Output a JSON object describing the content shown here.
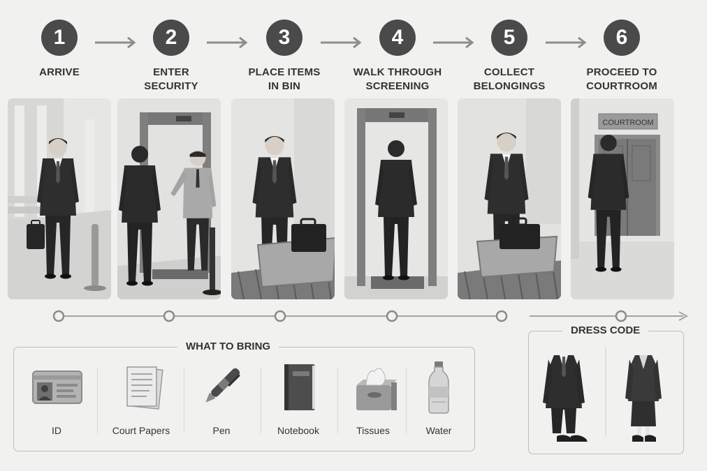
{
  "steps": [
    {
      "number": "1",
      "label": "ARRIVE"
    },
    {
      "number": "2",
      "label": "ENTER\nSECURITY"
    },
    {
      "number": "3",
      "label": "PLACE ITEMS\nIN BIN"
    },
    {
      "number": "4",
      "label": "WALK THROUGH\nSCREENING"
    },
    {
      "number": "5",
      "label": "COLLECT\nBELONGINGS"
    },
    {
      "number": "6",
      "label": "PROCEED TO\nCOURTROOM"
    }
  ],
  "courtroom_sign": "COURTROOM",
  "what_to_bring": {
    "title": "WHAT TO BRING",
    "items": [
      {
        "label": "ID",
        "icon": "id-card-icon"
      },
      {
        "label": "Court Papers",
        "icon": "papers-icon"
      },
      {
        "label": "Pen",
        "icon": "pen-icon"
      },
      {
        "label": "Notebook",
        "icon": "notebook-icon"
      },
      {
        "label": "Tissues",
        "icon": "tissues-icon"
      },
      {
        "label": "Water",
        "icon": "water-bottle-icon"
      }
    ]
  },
  "dress_code": {
    "title": "DRESS CODE",
    "items": [
      {
        "icon": "mens-suit-icon"
      },
      {
        "icon": "womens-suit-icon"
      }
    ]
  },
  "colors": {
    "background": "#f1f1f0",
    "badge": "#4a4a4a",
    "suit": "#2e2e2e",
    "line": "#9a9a9a"
  }
}
